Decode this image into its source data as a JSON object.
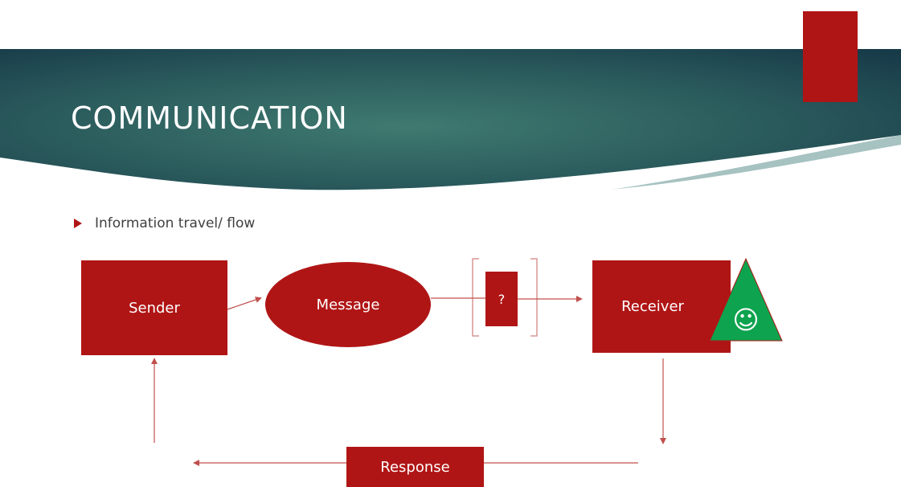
{
  "slide": {
    "title": "COMMUNICATION",
    "bullet": "Information travel/ flow"
  },
  "diagram": {
    "sender": "Sender",
    "message": "Message",
    "noise": "?",
    "receiver": "Receiver",
    "receiver_badge": "☺",
    "response": "Response"
  },
  "colors": {
    "header_dark": "#1b3f49",
    "header_mid": "#3d7a6e",
    "accent_red": "#b01515",
    "arrow_red": "#c0504d",
    "badge_green": "#0ea34e",
    "bracket": "#d99694"
  }
}
